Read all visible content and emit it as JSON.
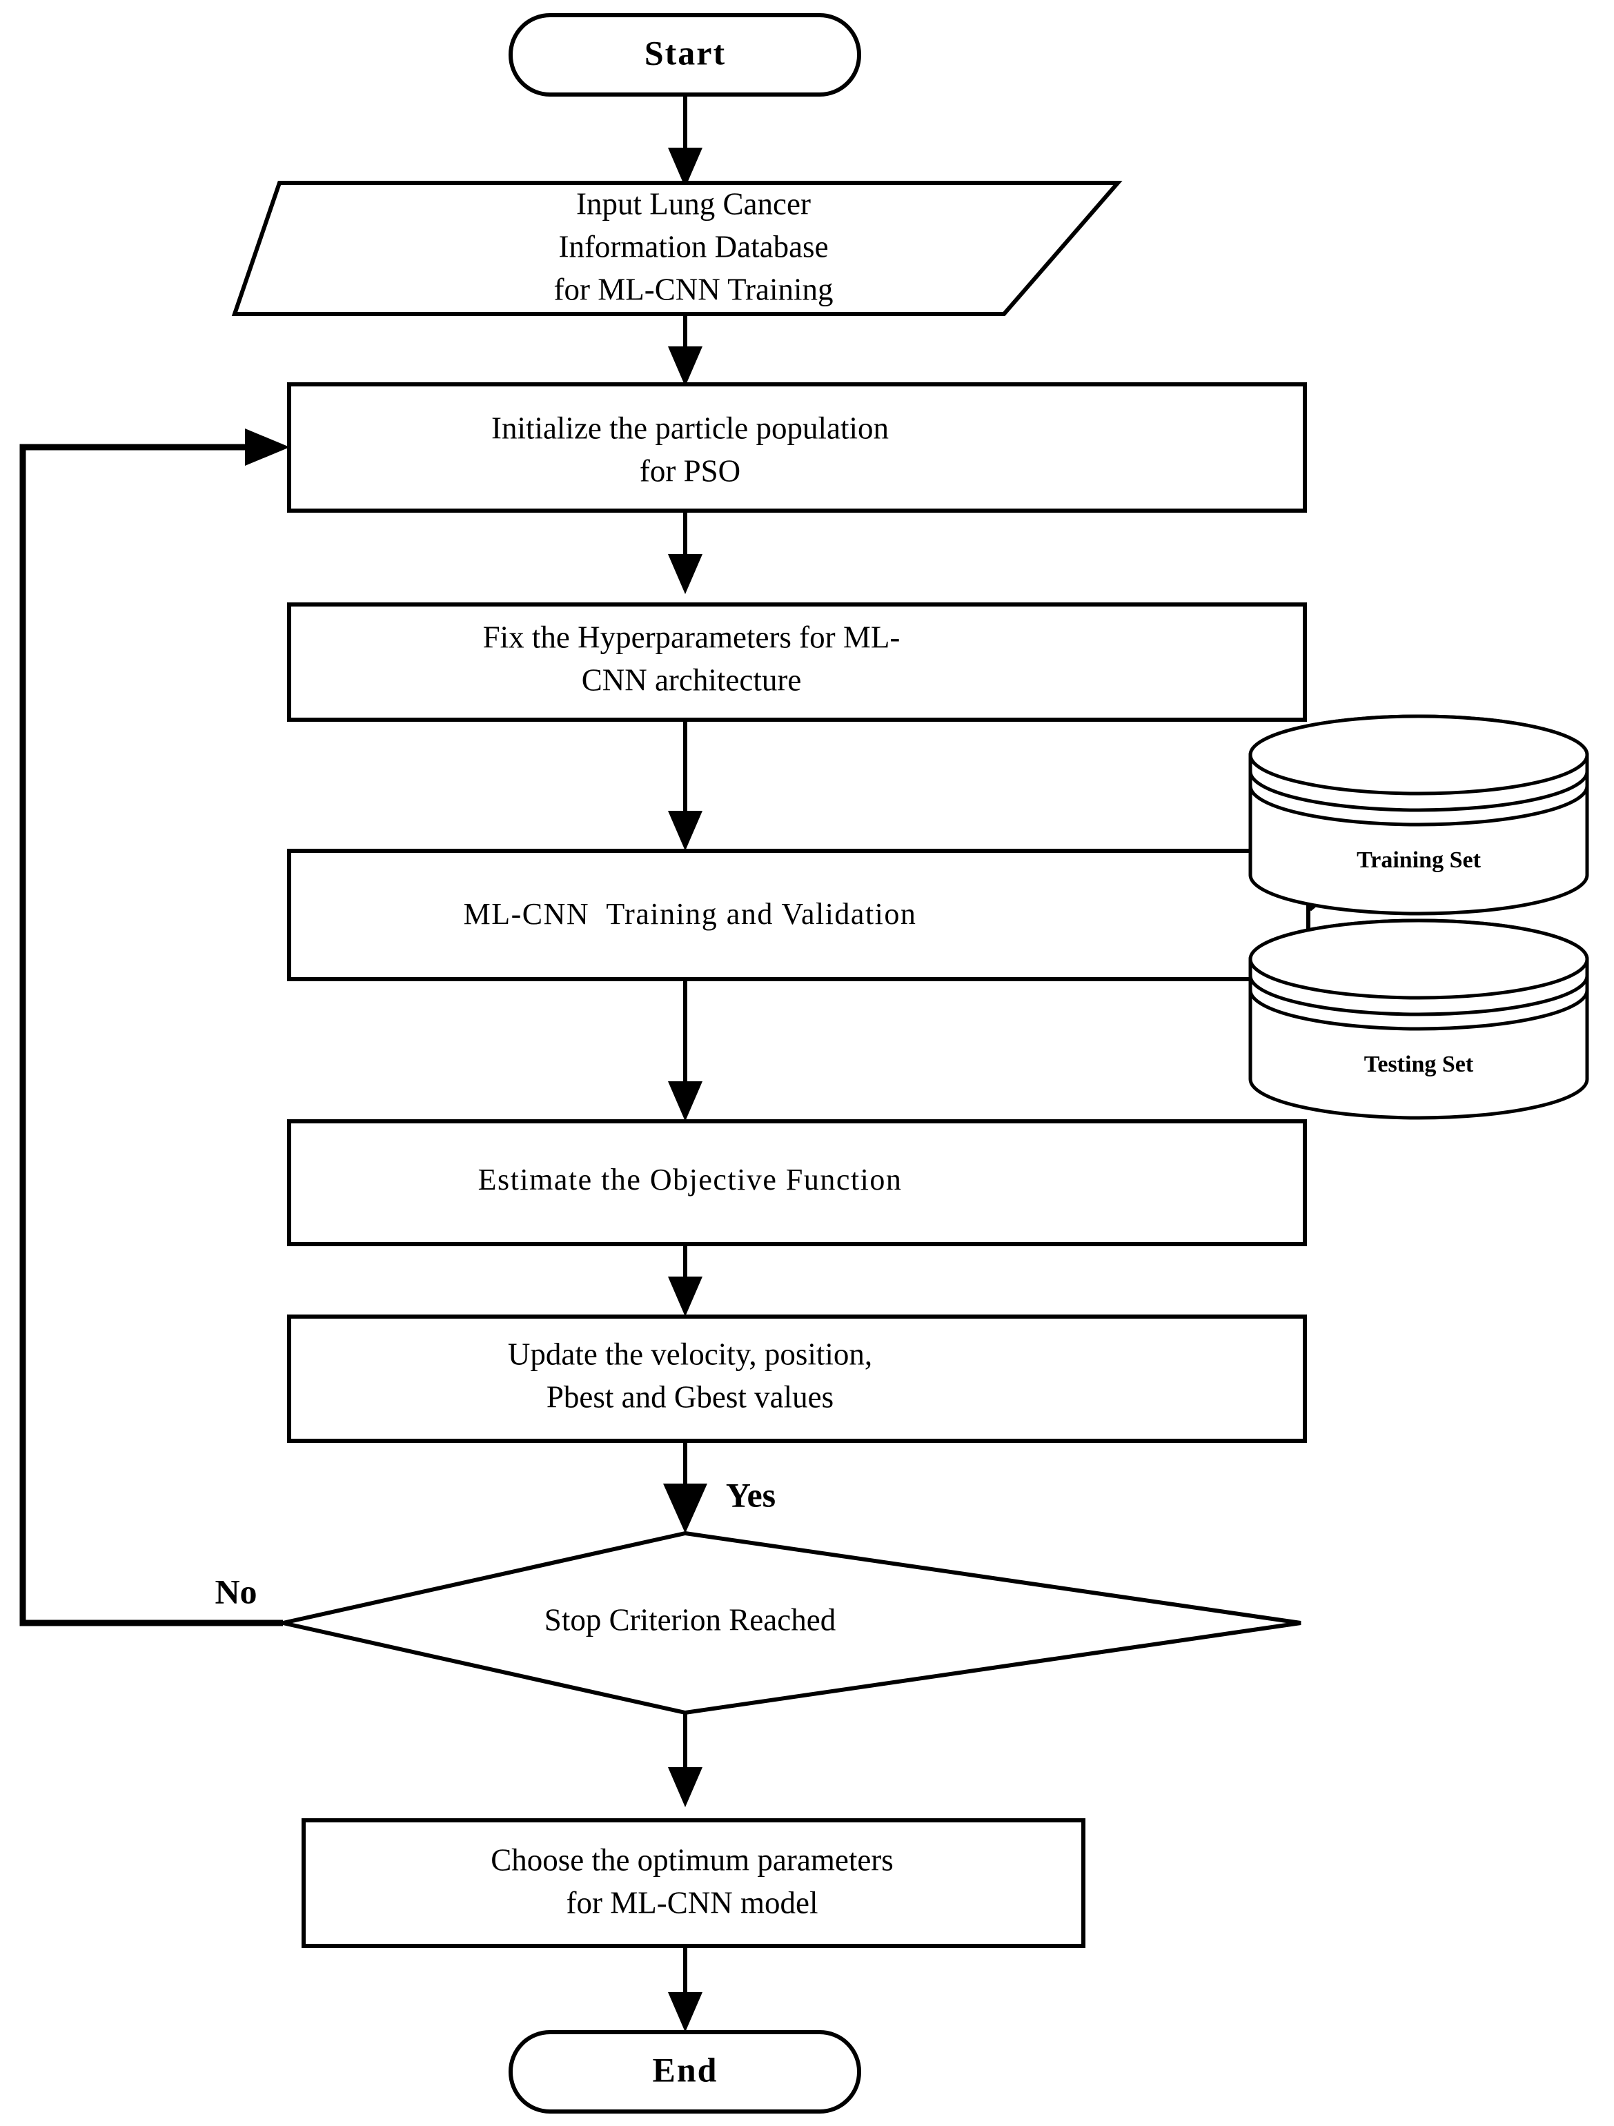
{
  "diagram": {
    "title": "PSO-optimized ML-CNN training flowchart",
    "type": "flowchart",
    "stroke_color": "#000000",
    "fill_color": "#ffffff",
    "background": "#ffffff"
  },
  "nodes": {
    "start": {
      "label": "Start",
      "shape": "terminator-rounded"
    },
    "input_data": {
      "shape": "parallelogram-io",
      "line1": "Input Lung Cancer",
      "line2": "Information Database",
      "line3": "for ML-CNN Training"
    },
    "initialize": {
      "shape": "process-rectangle",
      "line1": "Initialize the particle population",
      "line2": "for PSO"
    },
    "hyperparameters": {
      "shape": "process-rectangle",
      "line1": "Fix the Hyperparameters for ML-",
      "line2": "CNN architecture"
    },
    "training_validation": {
      "shape": "process-rectangle",
      "line1": "ML-CNN  Training and Validation"
    },
    "objective": {
      "shape": "process-rectangle",
      "line1": "Estimate the Objective Function"
    },
    "update": {
      "shape": "process-rectangle",
      "line1": "Update the velocity, position,",
      "line2": "Pbest and Gbest values"
    },
    "decision": {
      "shape": "decision-diamond",
      "line1": "Stop Criterion Reached"
    },
    "choose_optimum": {
      "shape": "process-rectangle",
      "line1": "Choose the optimum parameters",
      "line2": "for ML-CNN model"
    },
    "end": {
      "label": "End",
      "shape": "terminator-rounded"
    },
    "training_set": {
      "shape": "database-cylinder",
      "label": "Training Set"
    },
    "testing_set": {
      "shape": "database-cylinder",
      "label": "Testing Set"
    }
  },
  "edge_labels": {
    "yes": "Yes",
    "no": "No"
  },
  "flow_sequence": [
    "start",
    "input_data",
    "initialize",
    "hyperparameters",
    "training_validation",
    "objective",
    "update",
    "decision",
    "choose_optimum",
    "end"
  ]
}
